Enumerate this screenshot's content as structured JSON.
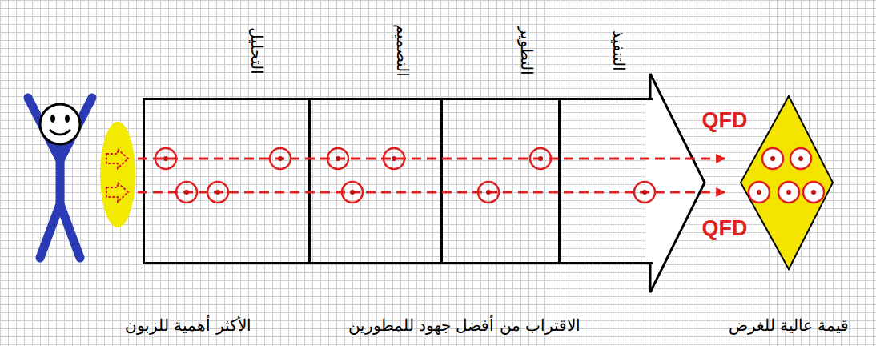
{
  "diagram": {
    "nodes": [
      {
        "text": [
          "التحليل"
        ]
      },
      {
        "text": [
          "التصميم"
        ]
      },
      {
        "text": [
          "التطوير"
        ]
      },
      {
        "text": [
          "التنفيذ"
        ]
      }
    ],
    "labels": [
      "QFD",
      "QFD",
      "الأكثر أهمية للزبون",
      "الاقتراب من أفضل جهود للمطورين",
      "قيمة عالية للغرض"
    ]
  }
}
